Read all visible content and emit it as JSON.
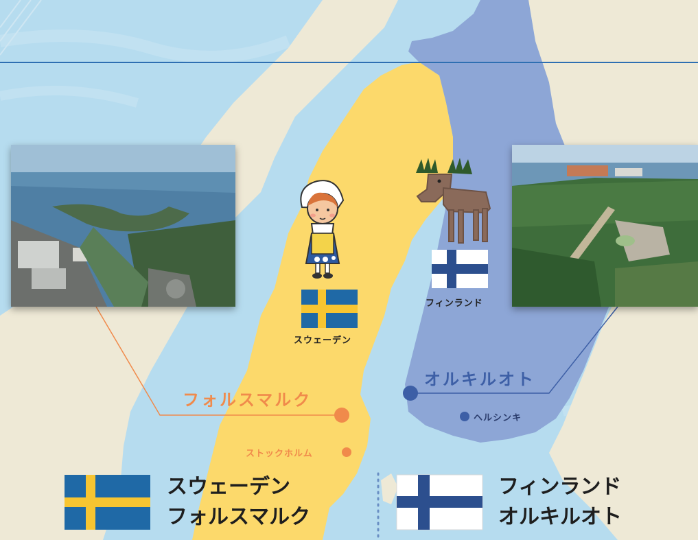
{
  "colors": {
    "sea": "#b6dcef",
    "land": "#eee9d6",
    "sweden": "#fcd96b",
    "finland": "#8da6d6",
    "sweden_accent": "#f08a4b",
    "finland_accent": "#3d5fa6",
    "sweden_flag_blue": "#1f69a6",
    "sweden_flag_yellow": "#f7c531",
    "finland_flag_blue": "#2c4f8e"
  },
  "map": {
    "sweden_label": "スウェーデン",
    "finland_label": "フィンランド",
    "forsmark_label": "フォルスマルク",
    "olkiluoto_label": "オルキルオト",
    "stockholm_label": "ストックホルム",
    "helsinki_label": "ヘルシンキ"
  },
  "icons": [
    "sweden-flag-icon",
    "finland-flag-icon",
    "moose-icon",
    "swedish-girl-icon"
  ],
  "legend": {
    "sweden": {
      "country": "スウェーデン",
      "site": "フォルスマルク"
    },
    "finland": {
      "country": "フィンランド",
      "site": "オルキルオト"
    }
  }
}
